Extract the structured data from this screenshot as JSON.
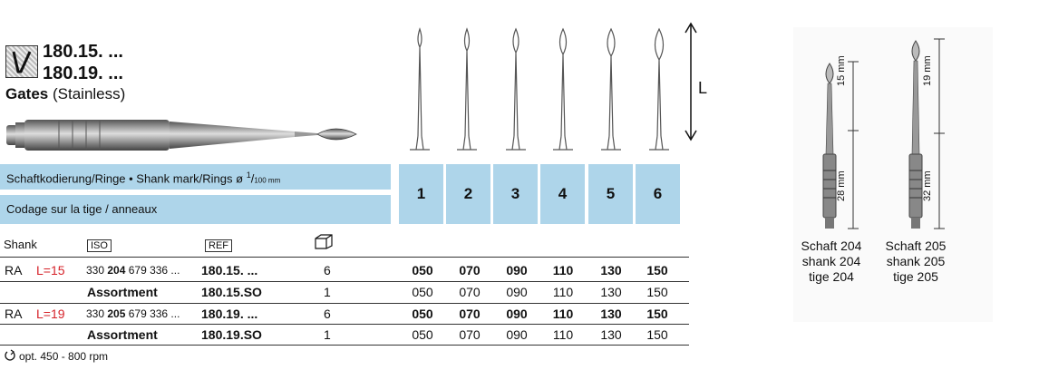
{
  "header": {
    "code1": "180.15. ...",
    "code2": "180.19. ...",
    "name_bold": "Gates",
    "name_rest": "(Stainless)"
  },
  "blue_header": {
    "line1_a": "Schaftkodierung/Ringe • Shank mark/Rings ø ",
    "line1_sup": "1",
    "line1_b": "/",
    "line1_small": "100 mm",
    "line2": "Codage sur la tige / anneaux"
  },
  "sizes": [
    "1",
    "2",
    "3",
    "4",
    "5",
    "6"
  ],
  "length_label": "L",
  "columns": {
    "shank": "Shank",
    "iso": "ISO",
    "ref": "REF"
  },
  "rows": [
    {
      "shank": "RA",
      "length": "L=15",
      "iso_a": "330 ",
      "iso_b": "204",
      "iso_c": " 679 336 ...",
      "ref": "180.15. ...",
      "qty": "6",
      "vals": [
        "050",
        "070",
        "090",
        "110",
        "130",
        "150"
      ],
      "bold": true
    },
    {
      "shank": "",
      "length": "",
      "iso_a": "",
      "iso_b": "",
      "iso_c": "",
      "ref": "180.15.SO",
      "label": "Assortment",
      "qty": "1",
      "vals": [
        "050",
        "070",
        "090",
        "110",
        "130",
        "150"
      ],
      "bold": false
    },
    {
      "shank": "RA",
      "length": "L=19",
      "iso_a": "330 ",
      "iso_b": "205",
      "iso_c": " 679 336 ...",
      "ref": "180.19. ...",
      "qty": "6",
      "vals": [
        "050",
        "070",
        "090",
        "110",
        "130",
        "150"
      ],
      "bold": true
    },
    {
      "shank": "",
      "length": "",
      "iso_a": "",
      "iso_b": "",
      "iso_c": "",
      "ref": "180.19.SO",
      "label": "Assortment",
      "qty": "1",
      "vals": [
        "050",
        "070",
        "090",
        "110",
        "130",
        "150"
      ],
      "bold": false
    }
  ],
  "footer": "opt. 450 - 800 rpm",
  "right": {
    "left_tool": {
      "dim1": "15 mm",
      "dim2": "28 mm",
      "cap": [
        "Schaft 204",
        "shank 204",
        "tige 204"
      ]
    },
    "right_tool": {
      "dim1": "19 mm",
      "dim2": "32 mm",
      "cap": [
        "Schaft 205",
        "shank 205",
        "tige 205"
      ]
    }
  }
}
